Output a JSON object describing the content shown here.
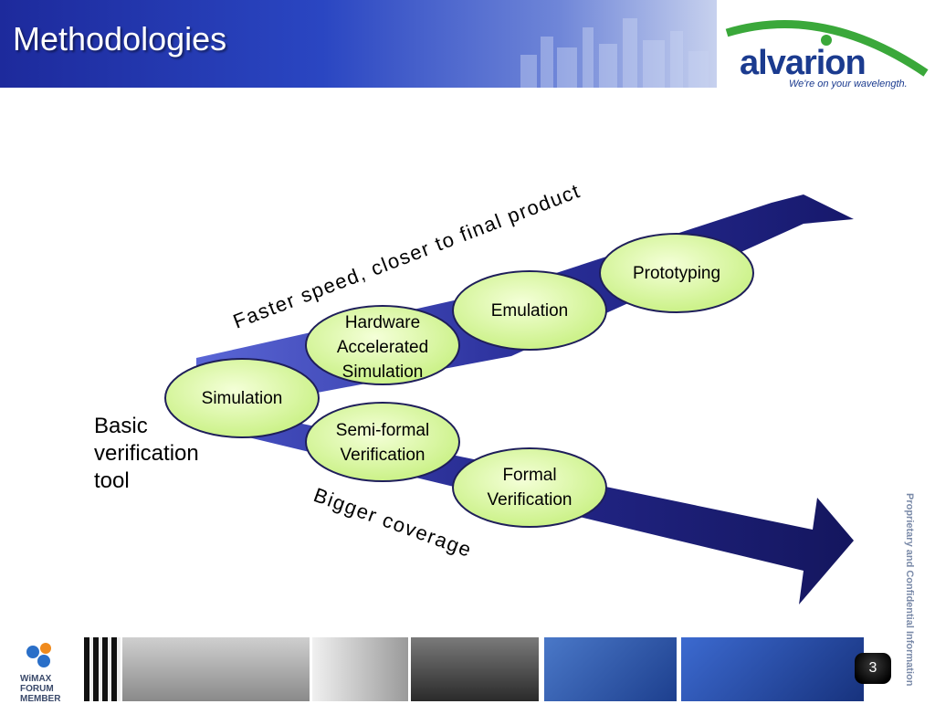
{
  "header": {
    "title": "Methodologies",
    "brand": "alvarion",
    "tagline": "We're on your wavelength."
  },
  "diagram": {
    "upper_arrow_label": "Faster speed, closer to final product",
    "lower_arrow_label": "Bigger coverage",
    "basic_label": "Basic verification tool",
    "nodes": [
      "Simulation",
      "Hardware Accelerated Simulation",
      "Emulation",
      "Prototyping",
      "Semi-formal Verification",
      "Formal Verification"
    ],
    "colors": {
      "arrow_dark": "#16186b",
      "arrow_light": "#4a55c8",
      "oval_fill": "#d8f7a0",
      "oval_stroke": "#1e1e5a"
    }
  },
  "side_note": "Proprietary and Confidential Information",
  "footer": {
    "wimax_logo": "WiMAX FORUM MEMBER",
    "page_number": "3"
  }
}
